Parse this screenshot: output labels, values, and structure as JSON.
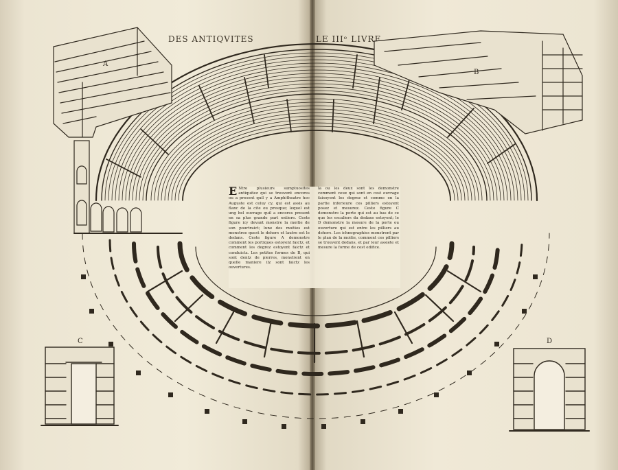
{
  "header": {
    "left_title": "DES ANTIQVITES",
    "right_title": "LE IIIᵉ LIVRE"
  },
  "plates": {
    "label_a": "A",
    "label_b": "B",
    "label_c": "C",
    "label_d": "D"
  },
  "text": {
    "left_col": "Ntre plusieurs sumptuosites antiquitez qui se treuvent encores ou a present quil y a Amphitheatre hoc Auguste est celuy cy, qui est assis au flanc de la cite ou presque; lequel est ung bel ouvrage quil a encores present en sa plus grande part entiere. Ceste figure icy devant monstre la moitie de son pourtraict; lune des moities est monstree quest le dehors et lautre est le dedans. Ceste figure A demonstre comment les portiques estoyent faictz, et comment les degrez estoyent faictz et conduictz. Les petites formes de B, qui sont dentz de pierres, monstrent en quelle maniere ilz sont faictz les ouvertures.",
    "right_col": "la ou les deux sont les demonstre comment ceux qui sont en cest ouvrage faisoyent les degrez et comme en la partie inferieure ces pilliers estoyent posez et mesurez. Ceste figure C demonstre la porte qui est au bas de ce que les escaliers du dedans estoyent; le D demonstre la mesure de la porte ou ouverture qui est entre les pilliers au dehors. Les ichnographies monstrent par le plan de la moitie, comment ces pilliers se trouvent dedans, et par leur assiete et mesure la forme de cest edifice."
  }
}
